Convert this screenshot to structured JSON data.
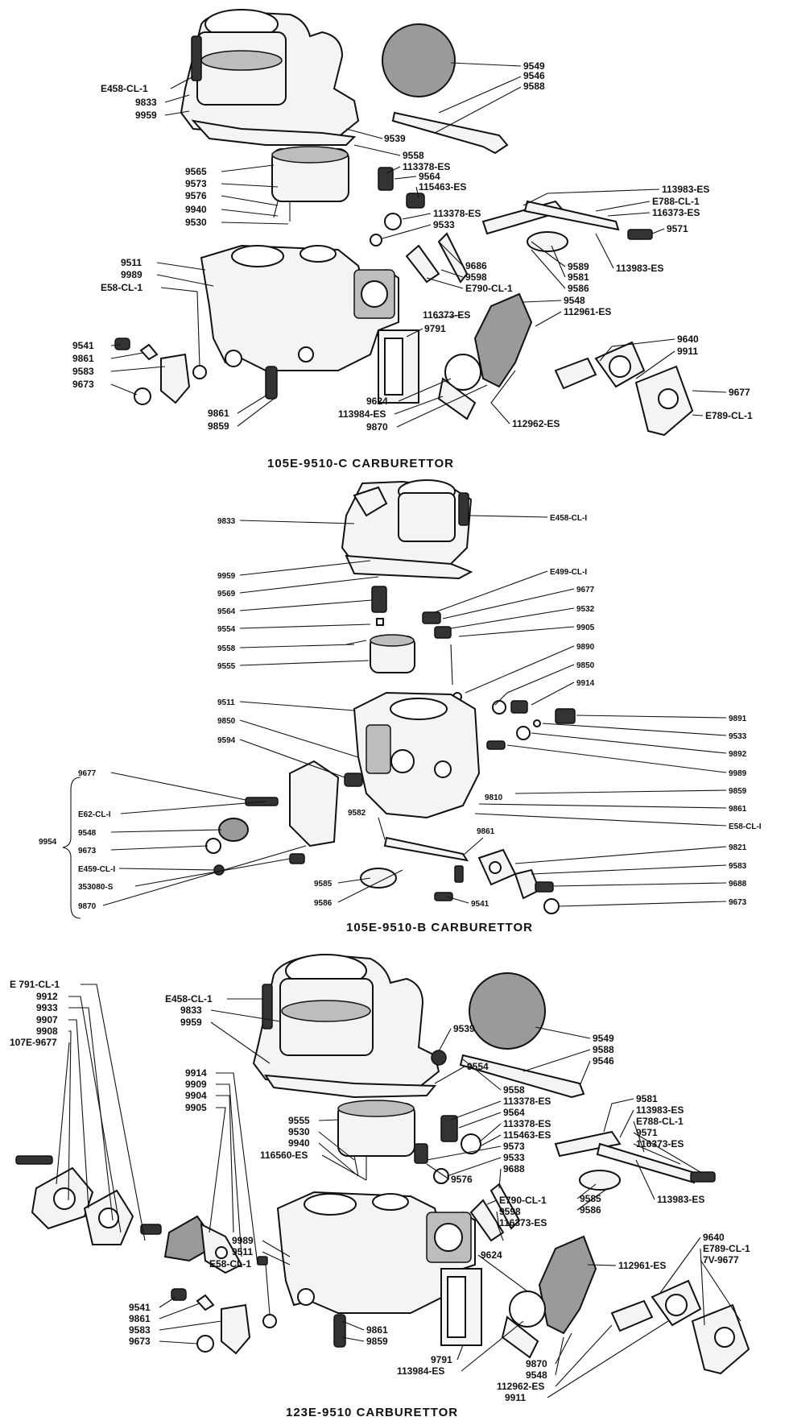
{
  "diagrams": [
    {
      "caption": "105E-9510-C  CARBURETTOR",
      "labels": [
        "E458-CL-1",
        "9833",
        "9959",
        "9549",
        "9546",
        "9588",
        "9539",
        "9558",
        "113378-ES",
        "9564",
        "115463-ES",
        "9565",
        "9573",
        "9576",
        "9940",
        "9530",
        "113378-ES",
        "9533",
        "113983-ES",
        "E788-CL-1",
        "116373-ES",
        "9571",
        "9511",
        "9989",
        "E58-CL-1",
        "9686",
        "9598",
        "E790-CL-1",
        "9589",
        "9581",
        "9586",
        "113983-ES",
        "9548",
        "116373-ES",
        "112961-ES",
        "9791",
        "9541",
        "9861",
        "9583",
        "9673",
        "9640",
        "9911",
        "9677",
        "9624",
        "113984-ES",
        "E789-CL-1",
        "9861",
        "9859",
        "9870",
        "112962-ES"
      ]
    },
    {
      "caption": "105E-9510-B  CARBURETTOR",
      "labels": [
        "9833",
        "E458-CL-I",
        "9959",
        "9569",
        "E499-CL-I",
        "9677",
        "9564",
        "9532",
        "9554",
        "9905",
        "9558",
        "9890",
        "9555",
        "9850",
        "9914",
        "9511",
        "9891",
        "9850",
        "9533",
        "9594",
        "9892",
        "9989",
        "9677",
        "9859",
        "E62-CL-I",
        "9861",
        "9548",
        "E58-CL-I",
        "9954",
        "9673",
        "9582",
        "9861",
        "9821",
        "E459-CL-I",
        "9583",
        "353080-S",
        "9688",
        "9585",
        "9673",
        "9870",
        "9586",
        "9541"
      ],
      "brace_label": "9954",
      "inline_label": "9810"
    },
    {
      "caption": "123E-9510  CARBURETTOR",
      "labels": [
        "E 791-CL-1",
        "9912",
        "9933",
        "9907",
        "9908",
        "107E-9677",
        "E458-CL-1",
        "9833",
        "9959",
        "9539",
        "9549",
        "9588",
        "9546",
        "9554",
        "9914",
        "9909",
        "9904",
        "9905",
        "9558",
        "113378-ES",
        "9564",
        "113378-ES",
        "115463-ES",
        "9573",
        "9533",
        "9581",
        "113983-ES",
        "E788-CL-1",
        "9571",
        "116373-ES",
        "9555",
        "9530",
        "9940",
        "116560-ES",
        "9576",
        "9688",
        "9585",
        "9586",
        "113983-ES",
        "E790-CL-1",
        "9598",
        "116373-ES",
        "9989",
        "9511",
        "E58-CL-1",
        "9624",
        "112961-ES",
        "9640",
        "E789-CL-1",
        "7V-9677",
        "9541",
        "9861",
        "9583",
        "9673",
        "9861",
        "9859",
        "9791",
        "113984-ES",
        "9870",
        "9548",
        "112962-ES",
        "9911"
      ]
    }
  ]
}
